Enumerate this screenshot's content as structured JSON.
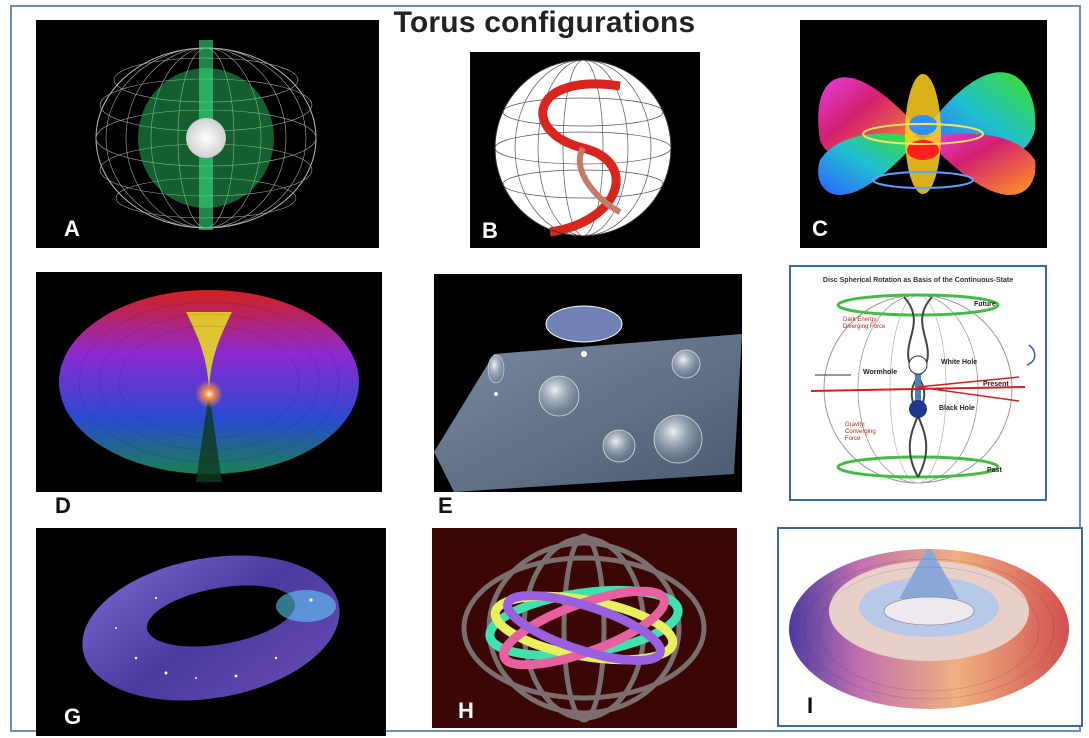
{
  "title": "Torus configurations",
  "panels": {
    "a": {
      "label": "A"
    },
    "b": {
      "label": "B"
    },
    "c": {
      "label": "C"
    },
    "d": {
      "label": "D"
    },
    "e": {
      "label": "E"
    },
    "f": {
      "heading": "Disc Spherical Rotation as Basis of the Continuous-State",
      "future": "Future",
      "white_hole": "White Hole",
      "wormhole": "Wormhole",
      "present": "Present",
      "black_hole": "Black Hole",
      "past": "Past",
      "dark_energy": "Dark Energy: Diverging Force",
      "gravity": "Gravity: Converging Force"
    },
    "g": {
      "label": "G"
    },
    "h": {
      "label": "H"
    },
    "i": {
      "label": "I"
    }
  },
  "colors": {
    "frame": "#6f8fb0",
    "panel_border": "#3b6aa0"
  }
}
